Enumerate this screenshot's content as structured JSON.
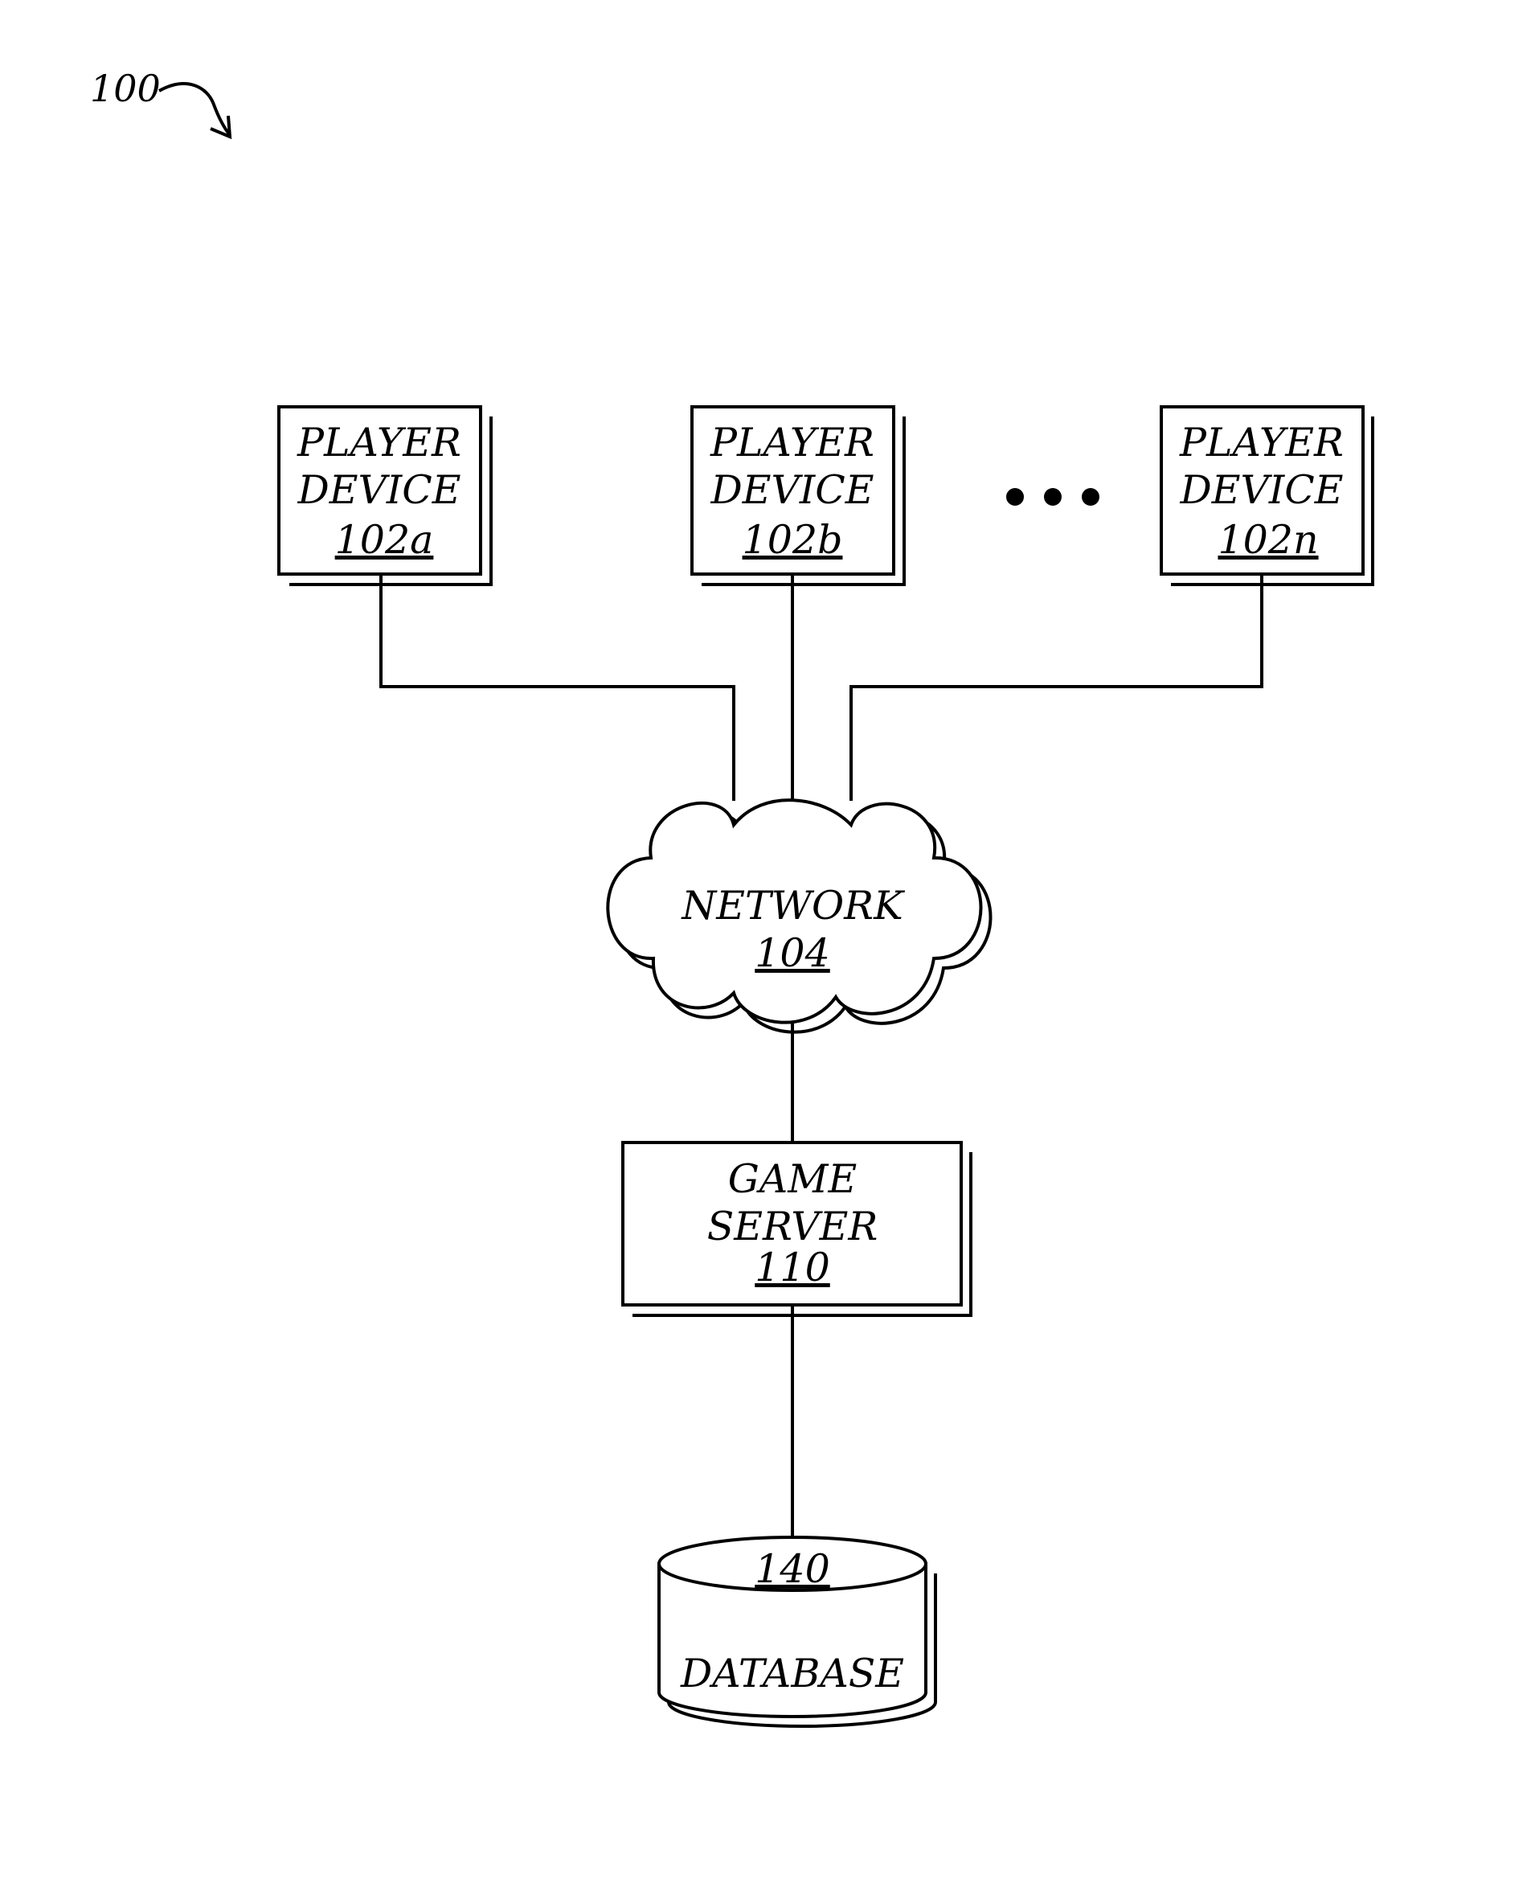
{
  "figure": {
    "ref": "100"
  },
  "player_devices": [
    {
      "line1": "PLAYER",
      "line2": "DEVICE",
      "ref": "102a"
    },
    {
      "line1": "PLAYER",
      "line2": "DEVICE",
      "ref": "102b"
    },
    {
      "line1": "PLAYER",
      "line2": "DEVICE",
      "ref": "102n"
    }
  ],
  "network": {
    "label": "NETWORK",
    "ref": "104"
  },
  "game_server": {
    "line1": "GAME",
    "line2": "SERVER",
    "ref": "110"
  },
  "database": {
    "label": "DATABASE",
    "ref": "140"
  }
}
